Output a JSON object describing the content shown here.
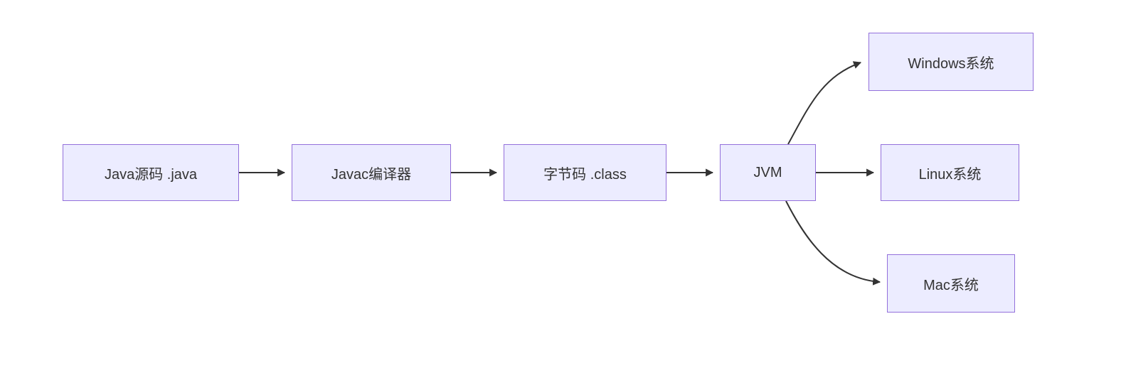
{
  "diagram": {
    "type": "flowchart-left-to-right",
    "nodes": [
      {
        "id": "java-source",
        "label": "Java源码 .java"
      },
      {
        "id": "javac",
        "label": "Javac编译器"
      },
      {
        "id": "bytecode",
        "label": "字节码 .class"
      },
      {
        "id": "jvm",
        "label": "JVM"
      },
      {
        "id": "windows",
        "label": "Windows系统"
      },
      {
        "id": "linux",
        "label": "Linux系统"
      },
      {
        "id": "mac",
        "label": "Mac系统"
      }
    ],
    "edges": [
      {
        "from": "java-source",
        "to": "javac"
      },
      {
        "from": "javac",
        "to": "bytecode"
      },
      {
        "from": "bytecode",
        "to": "jvm"
      },
      {
        "from": "jvm",
        "to": "windows"
      },
      {
        "from": "jvm",
        "to": "linux"
      },
      {
        "from": "jvm",
        "to": "mac"
      }
    ],
    "colors": {
      "node_fill": "#ECECFF",
      "node_border": "#9370DB",
      "edge": "#333333",
      "text": "#333333",
      "background": "#ffffff"
    }
  }
}
